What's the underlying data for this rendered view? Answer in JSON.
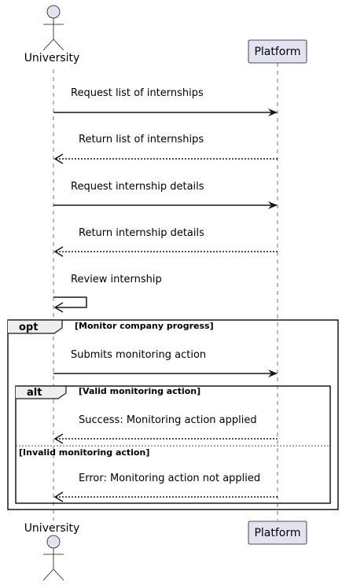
{
  "participants": {
    "university": "University",
    "platform": "Platform"
  },
  "messages": [
    {
      "label": "Request list of internships"
    },
    {
      "label": "Return list of internships"
    },
    {
      "label": "Request internship details"
    },
    {
      "label": "Return internship details"
    },
    {
      "label": "Review internship"
    },
    {
      "label": "Submits monitoring action"
    },
    {
      "label": "Success: Monitoring action applied"
    },
    {
      "label": "Error: Monitoring action not applied"
    }
  ],
  "frames": {
    "opt": {
      "tag": "opt",
      "guard": "[Monitor company progress]"
    },
    "alt": {
      "tag": "alt",
      "guard": "[Valid monitoring action]",
      "else_guard": "[Invalid monitoring action]"
    }
  },
  "colors": {
    "participant_fill": "#E2E2F0",
    "participant_stroke": "#181818",
    "line": "#181818"
  }
}
